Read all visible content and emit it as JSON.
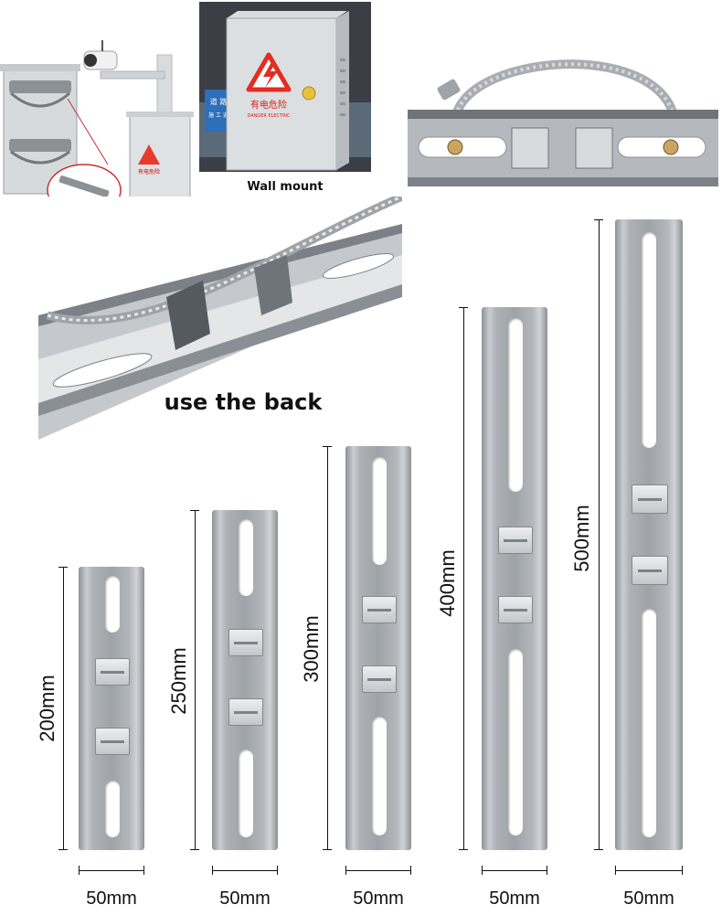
{
  "photos": {
    "cabinet_camera_scene": {
      "warning_label": "有电危险"
    },
    "wall_mount_cabinet": {
      "sign_text": "有电危险",
      "sign_subtext": "DANGER ELECTRIC",
      "street_sign": "道 路",
      "street_sign_2": "施 工 道",
      "caption": "Wall  mount"
    },
    "clamp_detail": {},
    "back_closeup": {
      "caption": "use the back"
    }
  },
  "brackets": [
    {
      "height_label": "200mm",
      "width_label": "50mm"
    },
    {
      "height_label": "250mm",
      "width_label": "50mm"
    },
    {
      "height_label": "300mm",
      "width_label": "50mm"
    },
    {
      "height_label": "400mm",
      "width_label": "50mm"
    },
    {
      "height_label": "500mm",
      "width_label": "50mm"
    }
  ]
}
